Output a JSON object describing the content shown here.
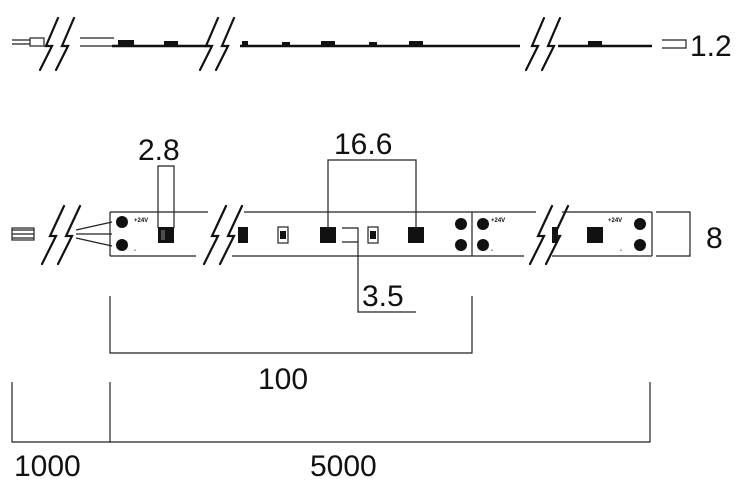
{
  "dimensions": {
    "thickness": "1.2",
    "chip_width": "2.8",
    "pitch": "16.6",
    "resistor": "3.5",
    "width": "8",
    "segment": "100",
    "lead": "1000",
    "length": "5000"
  },
  "strip": {
    "voltage_label": "+24V",
    "minus_label": "-"
  },
  "colors": {
    "ink": "#111111",
    "paper": "#ffffff"
  }
}
